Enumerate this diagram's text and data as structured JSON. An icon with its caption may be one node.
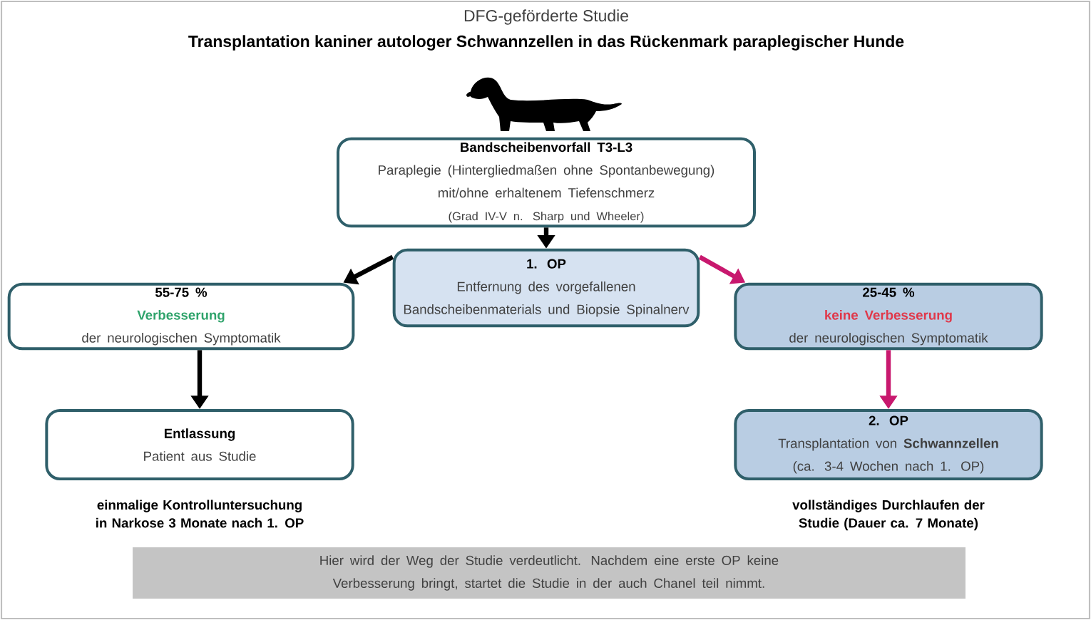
{
  "diagram": {
    "title": "Transplantation kaniner autologer Schwannzellen in das Rückenmark paraplegischer Hunde",
    "nodes": [
      {
        "text": [
          "Bandscheibenvorfall T3-L3",
          "Paraplegie (Hintergliedmaßen ohne Spontanbewegung) mit/ohne erhaltenem Tiefenschmerz",
          "(Grad IV-V n. Sharp und Wheeler)"
        ]
      },
      {
        "text": [
          "1. OP",
          "Entfernung des vorgefallenen Bandscheibenmaterials und Biopsie Spinalnerv"
        ]
      },
      {
        "text": [
          "55-75 %",
          "Verbesserung",
          "der neurologischen Symptomatik"
        ]
      },
      {
        "text": [
          "Entlassung",
          "Patient aus Studie"
        ],
        "beside": [
          "einmalige Kontrolluntersuchung in Narkose 3 Monate nach 1. OP"
        ]
      },
      {
        "text": [
          "25-45 %",
          "keine Verbesserung",
          "der neurologischen Symptomatik"
        ]
      },
      {
        "text": [
          "2. OP",
          "Transplantation von **Schwannzellen**",
          "(ca. 3-4 Wochen nach 1. OP)"
        ],
        "beside": [
          "vollständiges Durchlaufen der Studie (Dauer ca. 7 Monate)"
        ]
      },
      {
        "text": [
          "Hier wird der Weg der Studie verdeutlicht. Nachdem eine erste OP keine Verbesserung bringt, startet die Studie in der auch Chanel teil nimmt."
        ]
      }
    ],
    "edges": [
      {
        "from": 0,
        "to": 1,
        "arrow": "to"
      },
      {
        "from": 1,
        "to": 2,
        "arrow": "to"
      },
      {
        "from": 1,
        "to": 4,
        "arrow": "to",
        "color": "#c8186e"
      },
      {
        "from": 2,
        "to": 3,
        "arrow": "to"
      },
      {
        "from": 4,
        "to": 5,
        "arrow": "to",
        "color": "#c8186e"
      }
    ],
    "labels": [
      "DFG-geförderte Studie"
    ]
  }
}
